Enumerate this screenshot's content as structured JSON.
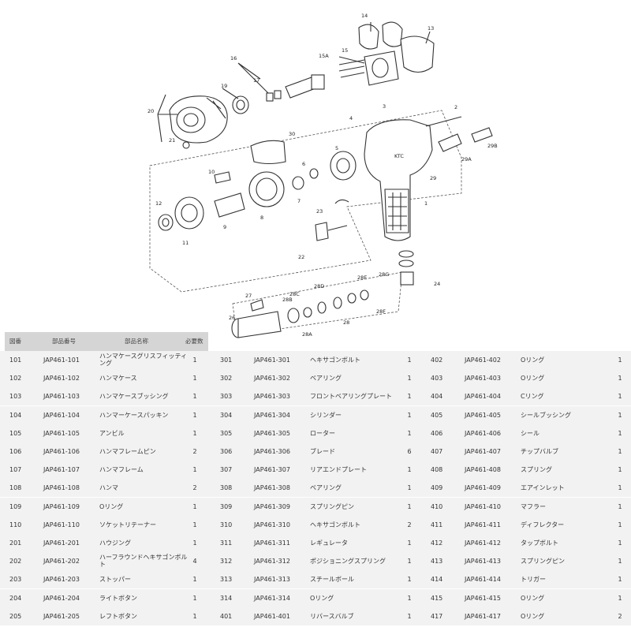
{
  "diagram": {
    "callouts": [
      "1",
      "2",
      "3",
      "4",
      "5",
      "6",
      "7",
      "8",
      "9",
      "10",
      "11",
      "12",
      "13",
      "14",
      "15",
      "15A",
      "16",
      "17",
      "19",
      "20",
      "21",
      "22",
      "23",
      "24",
      "26",
      "27",
      "28",
      "28A",
      "28B",
      "28C",
      "28D",
      "28E",
      "28F",
      "28G",
      "29",
      "29A",
      "29B",
      "30"
    ]
  },
  "table": {
    "headers": [
      "図番",
      "部品番号",
      "部品名称",
      "必要数"
    ],
    "rows": [
      [
        [
          "101",
          "JAP461-101",
          "ハンマケースグリスフィッティング",
          "1"
        ],
        [
          "301",
          "JAP461-301",
          "ヘキサゴンボルト",
          "1"
        ],
        [
          "402",
          "JAP461-402",
          "Oリング",
          "1"
        ]
      ],
      [
        [
          "102",
          "JAP461-102",
          "ハンマケース",
          "1"
        ],
        [
          "302",
          "JAP461-302",
          "ベアリング",
          "1"
        ],
        [
          "403",
          "JAP461-403",
          "Oリング",
          "1"
        ]
      ],
      [
        [
          "103",
          "JAP461-103",
          "ハンマケースブッシング",
          "1"
        ],
        [
          "303",
          "JAP461-303",
          "フロントベアリングプレート",
          "1"
        ],
        [
          "404",
          "JAP461-404",
          "Cリング",
          "1"
        ]
      ],
      [
        [
          "104",
          "JAP461-104",
          "ハンマーケースパッキン",
          "1"
        ],
        [
          "304",
          "JAP461-304",
          "シリンダー",
          "1"
        ],
        [
          "405",
          "JAP461-405",
          "シールブッシング",
          "1"
        ]
      ],
      [
        [
          "105",
          "JAP461-105",
          "アンビル",
          "1"
        ],
        [
          "305",
          "JAP461-305",
          "ローター",
          "1"
        ],
        [
          "406",
          "JAP461-406",
          "シール",
          "1"
        ]
      ],
      [
        [
          "106",
          "JAP461-106",
          "ハンマフレームピン",
          "2"
        ],
        [
          "306",
          "JAP461-306",
          "ブレード",
          "6"
        ],
        [
          "407",
          "JAP461-407",
          "チップバルブ",
          "1"
        ]
      ],
      [
        [
          "107",
          "JAP461-107",
          "ハンマフレーム",
          "1"
        ],
        [
          "307",
          "JAP461-307",
          "リアエンドプレート",
          "1"
        ],
        [
          "408",
          "JAP461-408",
          "スプリング",
          "1"
        ]
      ],
      [
        [
          "108",
          "JAP461-108",
          "ハンマ",
          "2"
        ],
        [
          "308",
          "JAP461-308",
          "ベアリング",
          "1"
        ],
        [
          "409",
          "JAP461-409",
          "エアインレット",
          "1"
        ]
      ],
      [
        [
          "109",
          "JAP461-109",
          "Oリング",
          "1"
        ],
        [
          "309",
          "JAP461-309",
          "スプリングピン",
          "1"
        ],
        [
          "410",
          "JAP461-410",
          "マフラー",
          "1"
        ]
      ],
      [
        [
          "110",
          "JAP461-110",
          "ソケットリテーナー",
          "1"
        ],
        [
          "310",
          "JAP461-310",
          "ヘキサゴンボルト",
          "2"
        ],
        [
          "411",
          "JAP461-411",
          "ディフレクター",
          "1"
        ]
      ],
      [
        [
          "201",
          "JAP461-201",
          "ハウジング",
          "1"
        ],
        [
          "311",
          "JAP461-311",
          "レギュレータ",
          "1"
        ],
        [
          "412",
          "JAP461-412",
          "タップボルト",
          "1"
        ]
      ],
      [
        [
          "202",
          "JAP461-202",
          "ハーフラウンドヘキサゴンボルト",
          "4"
        ],
        [
          "312",
          "JAP461-312",
          "ポジショニングスプリング",
          "1"
        ],
        [
          "413",
          "JAP461-413",
          "スプリングピン",
          "1"
        ]
      ],
      [
        [
          "203",
          "JAP461-203",
          "ストッパー",
          "1"
        ],
        [
          "313",
          "JAP461-313",
          "スチールボール",
          "1"
        ],
        [
          "414",
          "JAP461-414",
          "トリガー",
          "1"
        ]
      ],
      [
        [
          "204",
          "JAP461-204",
          "ライトボタン",
          "1"
        ],
        [
          "314",
          "JAP461-314",
          "Oリング",
          "1"
        ],
        [
          "415",
          "JAP461-415",
          "Oリング",
          "1"
        ]
      ],
      [
        [
          "205",
          "JAP461-205",
          "レフトボタン",
          "1"
        ],
        [
          "401",
          "JAP461-401",
          "リバースバルブ",
          "1"
        ],
        [
          "417",
          "JAP461-417",
          "Oリング",
          "2"
        ]
      ]
    ]
  }
}
